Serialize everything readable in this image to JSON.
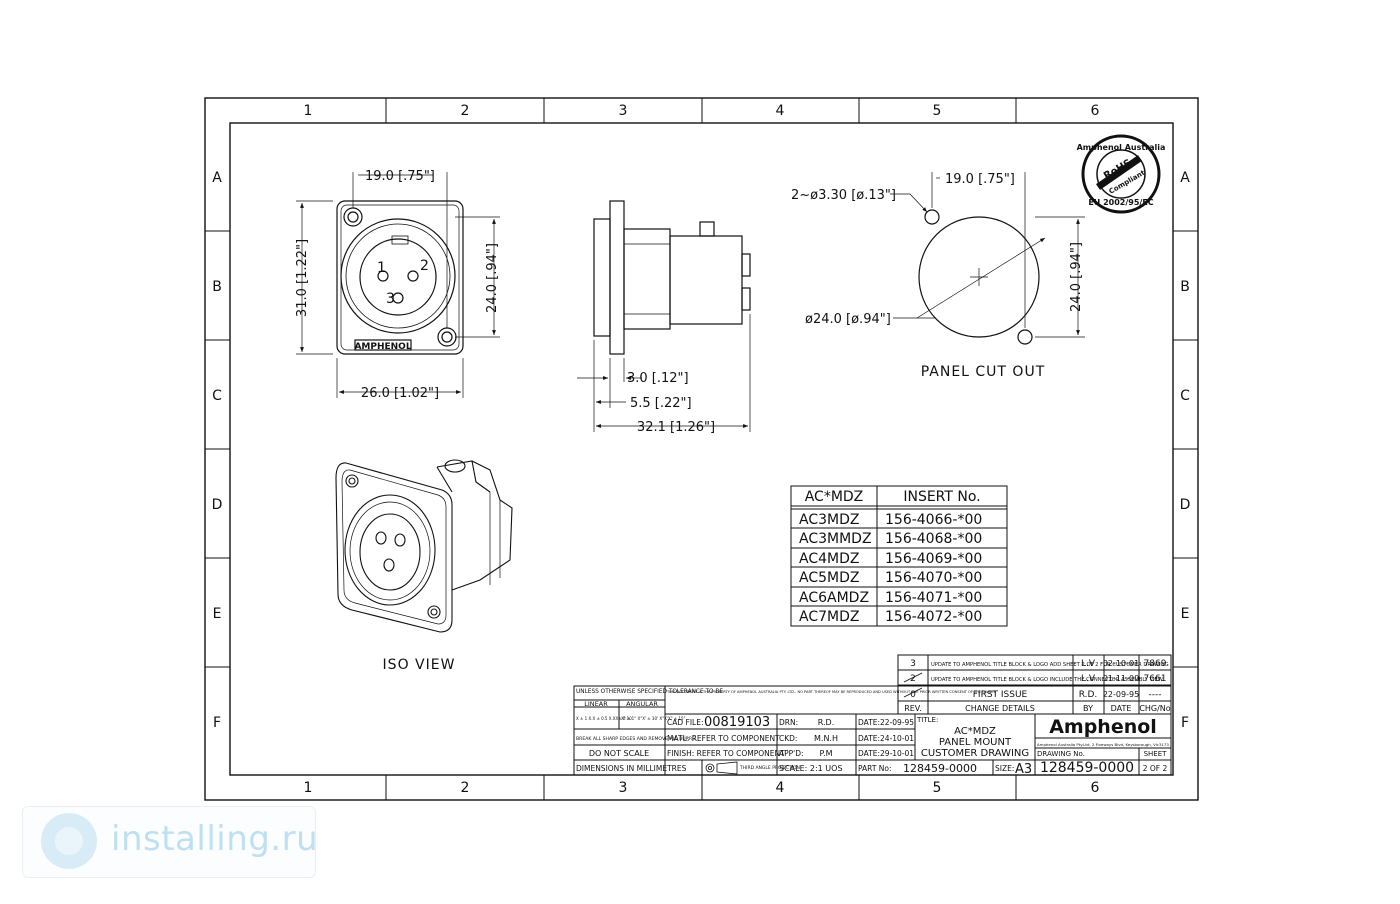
{
  "border": {
    "cols_top": [
      "1",
      "2",
      "3",
      "4",
      "5",
      "6"
    ],
    "cols_bottom": [
      "1",
      "2",
      "3",
      "4",
      "5",
      "6"
    ],
    "rows_left": [
      "A",
      "B",
      "C",
      "D",
      "E",
      "F"
    ],
    "rows_right": [
      "A",
      "B",
      "C",
      "D",
      "E",
      "F"
    ]
  },
  "front_view": {
    "dim_top": "19.0 [.75\"]",
    "dim_left": "31.0 [1.22\"]",
    "dim_right": "24.0 [.94\"]",
    "dim_bottom": "26.0 [1.02\"]",
    "pin1": "1",
    "pin2": "2",
    "pin3": "3",
    "brand": "AMPHENOL"
  },
  "side_view": {
    "dim_a": "3.0 [.12\"]",
    "dim_b": "5.5 [.22\"]",
    "dim_c": "32.1 [1.26\"]"
  },
  "cutout": {
    "hole_label": "2~ø3.30 [ø.13\"]",
    "dim_top": "19.0 [.75\"]",
    "dia_label": "ø24.0 [ø.94\"]",
    "dim_right": "24.0 [.94\"]",
    "title": "PANEL CUT OUT"
  },
  "rohs": {
    "ring_top": "Amphenol Australia",
    "ring_bottom": "EU 2002/95/EC",
    "center1": "RoHS",
    "center2": "Compliant"
  },
  "iso_label": "ISO VIEW",
  "insert_table": {
    "headers": [
      "AC*MDZ",
      "INSERT No."
    ],
    "rows": [
      [
        "AC3MDZ",
        "156-4066-*00"
      ],
      [
        "AC3MMDZ",
        "156-4068-*00"
      ],
      [
        "AC4MDZ",
        "156-4069-*00"
      ],
      [
        "AC5MDZ",
        "156-4070-*00"
      ],
      [
        "AC6AMDZ",
        "156-4071-*00"
      ],
      [
        "AC7MDZ",
        "156-4072-*00"
      ]
    ]
  },
  "revisions": {
    "rows": [
      {
        "rev": "3",
        "details": "UPDATE TO AMPHENOL TITLE BLOCK & LOGO ADD SHEET 2 OF 2 FOR CUSTOMER DRAWING",
        "by": "L.V",
        "date": "02-10-01",
        "chg": "7869"
      },
      {
        "rev": "2",
        "details": "UPDATE TO AMPHENOL TITLE BLOCK & LOGO INCLUDE THE CONNECTOR ASSEMBLY VIEW",
        "by": "L.V",
        "date": "01-11-00",
        "chg": "7661"
      },
      {
        "rev": "0",
        "details": "FIRST ISSUE",
        "by": "R.D.",
        "date": "22-09-95",
        "chg": "----"
      }
    ],
    "headers": {
      "rev": "REV.",
      "details": "CHANGE DETAILS",
      "by": "BY",
      "date": "DATE",
      "chg": "CHG/No"
    }
  },
  "title_block": {
    "tol_title": "UNLESS OTHERWISE SPECIFIED TOLERANCE TO BE",
    "tol_linear": "LINEAR",
    "tol_angular": "ANGULAR",
    "tol_lin_vals": "X ± 1  X.X ± 0.5  X.XX± 0.10",
    "tol_ang_vals": "X° ± 1°  X°X' ± 30'  X°X'X\" ± 15\"",
    "break_edges": "BREAK ALL SHARP EDGES AND REMOVE ALL BURRS",
    "no_scale": "DO NOT SCALE",
    "dimensions": "DIMENSIONS IN MILLIMETRES",
    "property": "THIS DOCUMENT IS THE PROPERTY OF AMPHENOL AUSTRALIA PTY. LTD.. NO PART THEREOF MAY BE REPRODUCED AND USED WITHOUT THE PRIOR WRITTEN CONSENT OF THE OWNER",
    "cad_label": "CAD FILE:",
    "cad_value": "00819103",
    "matl": "MATL: REFER TO COMPONENT",
    "finish": "FINISH: REFER TO COMPONENT",
    "projection": "THIRD ANGLE PROJECTION",
    "drn_label": "DRN:",
    "drn_value": "R.D.",
    "drn_date": "DATE:22-09-95",
    "ckd_label": "CKD:",
    "ckd_value": "M.N.H",
    "ckd_date": "DATE:24-10-01",
    "appd_label": "APP'D:",
    "appd_value": "P.M",
    "appd_date": "DATE:29-10-01",
    "scale": "SCALE: 2:1  UOS",
    "part_label": "PART No:",
    "part_value": "128459-0000",
    "size_label": "SIZE:",
    "size_value": "A3",
    "title_label": "TITLE:",
    "title_1": "AC*MDZ",
    "title_2": "PANEL MOUNT",
    "title_3": "CUSTOMER DRAWING",
    "company": "Amphenol",
    "address": "Amphenol Australia Pty.Ltd, 2 Fiveways Blvd, Keysborough, Vic3173",
    "drawing_label": "DRAWING No.",
    "drawing_value": "128459-0000",
    "sheet_label": "SHEET",
    "sheet_value": "2 OF 2"
  },
  "watermark": {
    "text": "installing.ru"
  }
}
